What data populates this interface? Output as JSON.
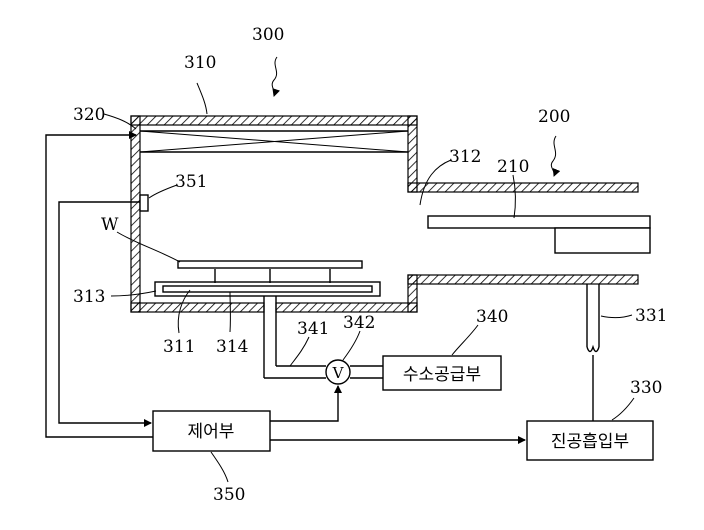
{
  "labels": {
    "n300": "300",
    "n310": "310",
    "n320": "320",
    "n200": "200",
    "n210": "210",
    "n312": "312",
    "n351": "351",
    "w": "W",
    "n313": "313",
    "n311": "311",
    "n314": "314",
    "n341": "341",
    "n342": "342",
    "n340": "340",
    "n331": "331",
    "n330": "330",
    "n350": "350",
    "valve": "V"
  },
  "blocks": {
    "hydrogen_supply": "수소공급부",
    "controller": "제어부",
    "vacuum_suction": "진공흡입부"
  }
}
